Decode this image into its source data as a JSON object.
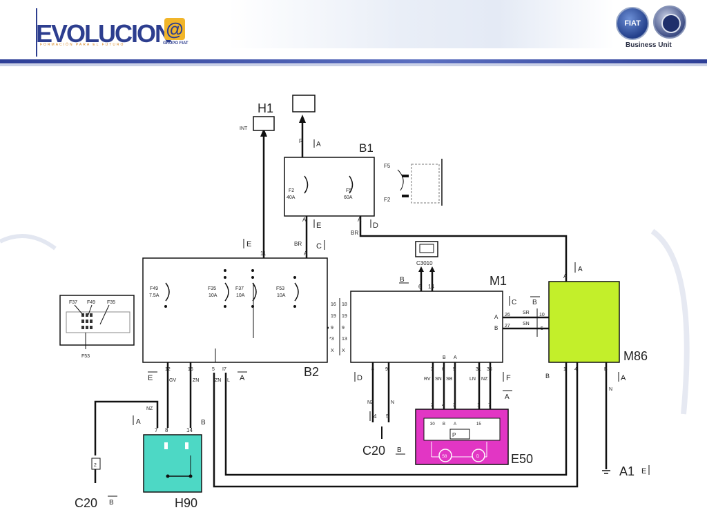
{
  "header": {
    "logo_text": "EVOLUCION",
    "logo_at": "@",
    "logo_tagline": "FORMACIÓN PARA EL FUTURO",
    "logo_sub": "GRUPO FIAT",
    "fiat_badge": "FIAT",
    "business_unit": "Business Unit"
  },
  "components": {
    "H1": "H1",
    "B1": "B1",
    "M1": "M1",
    "B2": "B2",
    "M86": "M86",
    "E50": "E50",
    "H90": "H90",
    "C20_left": "C20",
    "C20_mid": "C20",
    "A1": "A1",
    "C3010": "C3010",
    "F53_inset": "F53"
  },
  "fuses": {
    "b1_f2": "F2",
    "b1_f2_rating": "40A",
    "b1_f5": "F5",
    "b1_f5_rating": "60A",
    "b1_inset_f5": "F5",
    "b1_inset_f2": "F2",
    "b2_f49": "F49",
    "b2_f49_rating": "7.5A",
    "b2_f35": "F35",
    "b2_f35_rating": "10A",
    "b2_f37": "F37",
    "b2_f37_rating": "10A",
    "b2_f53": "F53",
    "b2_f53_rating": "10A",
    "inset_f37": "F37",
    "inset_f49": "F49",
    "inset_f35": "F35"
  },
  "labels": {
    "int": "INT",
    "r": "R",
    "br1": "BR",
    "br2": "BR",
    "conn_a1": "A",
    "conn_e1": "E",
    "conn_c1": "C",
    "conn_d1": "D",
    "conn_e2": "E",
    "pin_11": "11",
    "pin_a_b2": "A",
    "pin_a_b1l": "A",
    "pin_a_b1r": "A",
    "b2_pins_left": [
      "16",
      "19",
      "9",
      "*3",
      "X"
    ],
    "b2_pins_right": [
      "18",
      "19",
      "9",
      "13",
      "X"
    ],
    "b2_bottom_pins": [
      "12",
      "16",
      "5",
      "I7"
    ],
    "b2_bottom_wires": [
      "GV",
      "ZN",
      "ZN",
      "L"
    ],
    "conn_e3": "E",
    "conn_a2": "A",
    "m1_top_conn": "B",
    "m1_top_pins": [
      "6",
      "14"
    ],
    "m1_right_conn_c": "C",
    "m1_right_conn_b": "B",
    "m1_right_pins": [
      "26",
      "27"
    ],
    "m1_right_ab": [
      "A",
      "B"
    ],
    "m1_right_wires": [
      "SR",
      "SN"
    ],
    "m86_left_pins": [
      "10",
      "5"
    ],
    "m86_left_ab": [
      "A",
      "B"
    ],
    "m86_top_pin": "A",
    "m86_top_conn": "A",
    "m1_bottom_pins": [
      "8",
      "9",
      "3",
      "6",
      "5",
      "31",
      "36"
    ],
    "m1_bottom_ba": [
      "B",
      "A"
    ],
    "m1_bottom_wires": [
      "RV",
      "SN",
      "SB",
      "LN",
      "NZ"
    ],
    "m1_conn_d": "D",
    "m1_conn_f": "F",
    "m1_conn_a": "A",
    "c20_mid_wires": [
      "NZ",
      "N"
    ],
    "c20_mid_pins": [
      "4",
      "5"
    ],
    "c20_mid_conn": "B",
    "e50_pins_top": [
      "2",
      "4",
      "3",
      "1",
      "7"
    ],
    "e50_inner_pins": [
      "30",
      "B",
      "A",
      "15"
    ],
    "e50_inner_p": "P",
    "e50_motor1": "S8",
    "e50_motor2": "D",
    "m86_bottom_b": "B",
    "m86_bottom_pins": [
      "1",
      "4"
    ],
    "m86_bottom_b2": "B",
    "m86_conn_a": "A",
    "m86_wire_n": "N",
    "a1_conn": "E",
    "h90_conn_a": "A",
    "h90_conn_b": "B",
    "h90_pins": [
      "7",
      "8",
      "14"
    ],
    "h90_wire_nz": "NZ",
    "c20_left_pin": "2",
    "c20_left_conn": "B"
  },
  "colors": {
    "m86_fill": "#c3ef2a",
    "e50_fill": "#e236c4",
    "h90_fill": "#4dd8c5",
    "header_blue": "#2d3e8f"
  }
}
